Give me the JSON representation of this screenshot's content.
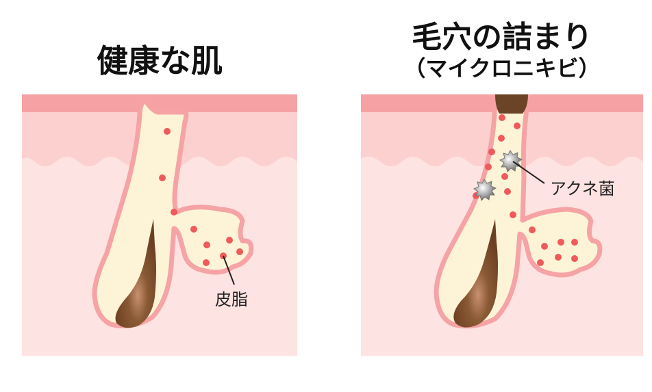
{
  "left": {
    "title": "健康な肌",
    "label_sebum": "皮脂"
  },
  "right": {
    "title": "毛穴の詰まり",
    "subtitle": "（マイクロニキビ）",
    "label_bacteria": "アクネ菌"
  },
  "colors": {
    "skin_surface": "#f6a1a3",
    "dermis": "#fde3e1",
    "epidermis": "#fbd0cf",
    "follicle_fill": "#fdf4d8",
    "follicle_border": "#f5a3a5",
    "hair": "#8a5a35",
    "sebum_dot": "#ef5a5a",
    "bacteria": "#8a8a8a",
    "plug": "#6b4327"
  }
}
